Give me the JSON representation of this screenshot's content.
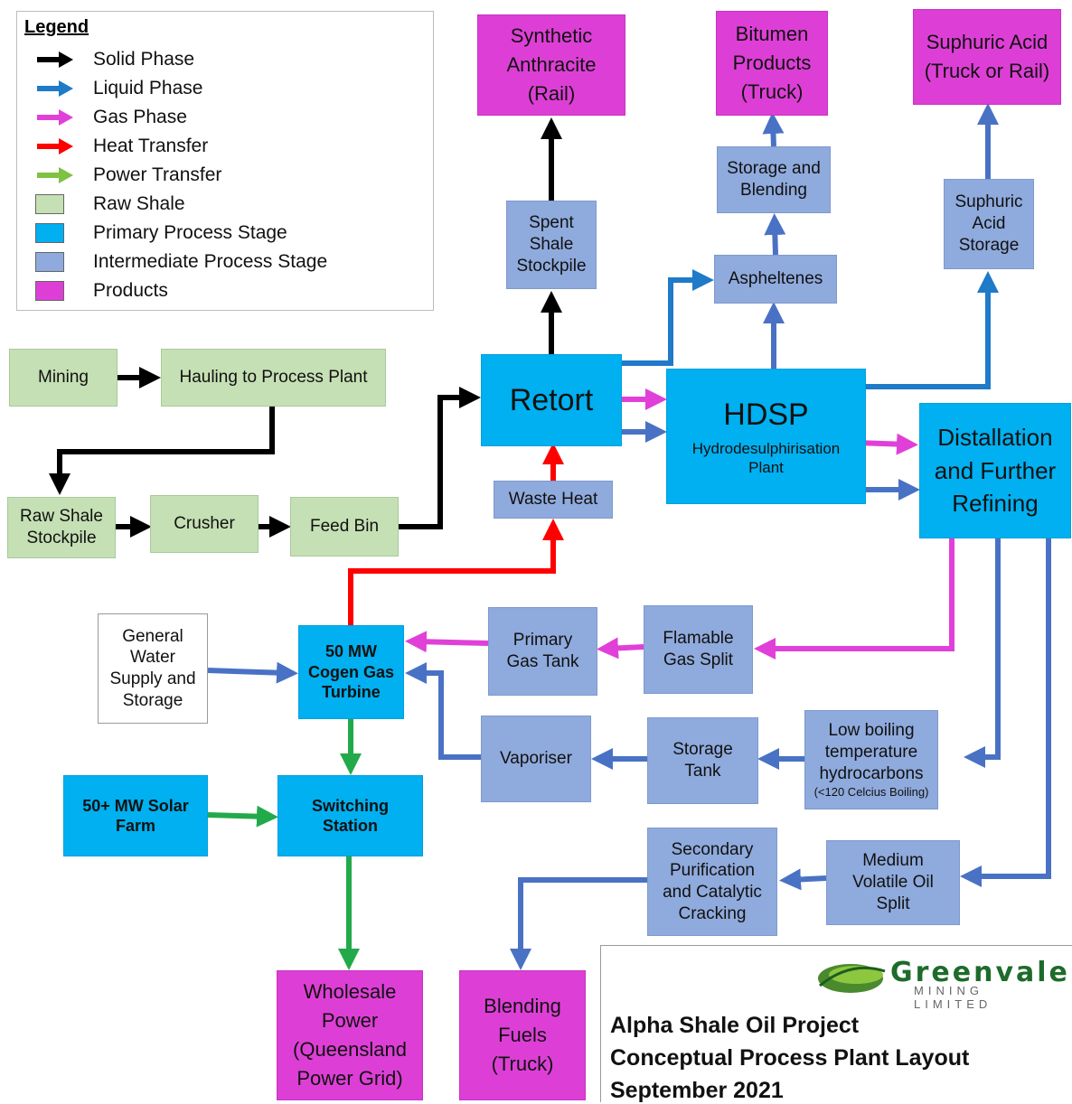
{
  "legend": {
    "title": "Legend",
    "items": [
      {
        "label": "Solid Phase",
        "kind": "arrow",
        "color": "#000000"
      },
      {
        "label": "Liquid Phase",
        "kind": "arrow",
        "color": "#1f7ac8"
      },
      {
        "label": "Gas Phase",
        "kind": "arrow",
        "color": "#e040d8"
      },
      {
        "label": "Heat Transfer",
        "kind": "arrow",
        "color": "#ff0000"
      },
      {
        "label": "Power Transfer",
        "kind": "arrow",
        "color": "#7dc242"
      },
      {
        "label": "Raw Shale",
        "kind": "square",
        "color": "#c5e0b4"
      },
      {
        "label": "Primary Process Stage",
        "kind": "square",
        "color": "#00b0f0"
      },
      {
        "label": "Intermediate Process Stage",
        "kind": "square",
        "color": "#8faadc"
      },
      {
        "label": "Products",
        "kind": "square",
        "color": "#dd3fd6"
      }
    ]
  },
  "nodes": {
    "mining": "Mining",
    "hauling": "Hauling to Process Plant",
    "raw_stockpile": [
      "Raw Shale",
      "Stockpile"
    ],
    "crusher": "Crusher",
    "feed_bin": "Feed Bin",
    "retort": "Retort",
    "waste_heat": "Waste Heat",
    "spent_shale": [
      "Spent",
      "Shale",
      "Stockpile"
    ],
    "synthetic_anthracite": [
      "Synthetic",
      "Anthracite",
      "(Rail)"
    ],
    "hdsp_title": "HDSP",
    "hdsp_sub": [
      "Hydrodesulphirisation",
      "Plant"
    ],
    "aspheltenes": "Aspheltenes",
    "storage_blending": [
      "Storage and",
      "Blending"
    ],
    "bitumen": [
      "Bitumen",
      "Products",
      "(Truck)"
    ],
    "sulphuric_storage": [
      "Suphuric",
      "Acid",
      "Storage"
    ],
    "sulphuric_acid": [
      "Suphuric Acid",
      "(Truck or Rail)"
    ],
    "distillation": [
      "Distallation",
      "and Further",
      "Refining"
    ],
    "flamable_split": [
      "Flamable",
      "Gas Split"
    ],
    "primary_gas_tank": [
      "Primary",
      "Gas Tank"
    ],
    "cogen": [
      "50 MW",
      "Cogen Gas",
      "Turbine"
    ],
    "water": [
      "General",
      "Water",
      "Supply and",
      "Storage"
    ],
    "low_boiling": [
      "Low boiling",
      "temperature",
      "hydrocarbons"
    ],
    "low_boiling_note": "(<120 Celcius Boiling)",
    "storage_tank": [
      "Storage",
      "Tank"
    ],
    "vaporiser": "Vaporiser",
    "solar": [
      "50+ MW Solar",
      "Farm"
    ],
    "switching": [
      "Switching",
      "Station"
    ],
    "medium_volatile": [
      "Medium",
      "Volatile Oil",
      "Split"
    ],
    "secondary_purification": [
      "Secondary",
      "Purification",
      "and Catalytic",
      "Cracking"
    ],
    "wholesale_power": [
      "Wholesale",
      "Power",
      "(Queensland",
      "Power Grid)"
    ],
    "blending_fuels": [
      "Blending",
      "Fuels",
      "(Truck)"
    ]
  },
  "footer": {
    "logo_name": "Greenvale",
    "logo_sub": "MINING LIMITED",
    "line1": "Alpha Shale Oil Project",
    "line2": "Conceptual Process Plant Layout",
    "line3": "September 2021"
  },
  "colors": {
    "solid": "#000000",
    "liquid": "#4a72c4",
    "liquid_dark": "#1f7ac8",
    "gas": "#e040d8",
    "heat": "#ff0000",
    "power": "#22aa4a"
  }
}
